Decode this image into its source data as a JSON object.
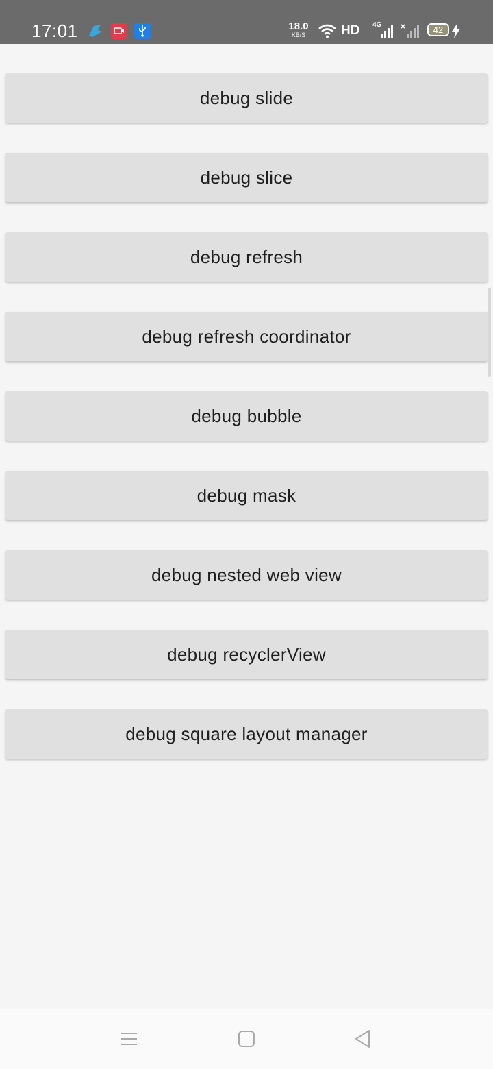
{
  "status_bar": {
    "time": "17:01",
    "net_speed_value": "18.0",
    "net_speed_unit": "KB/S",
    "hd_label": "HD",
    "network_type": "4G",
    "battery_level": "42",
    "icons": [
      "bird-icon",
      "screen-record-icon",
      "usb-icon",
      "wifi-icon",
      "signal-icon",
      "no-signal-icon",
      "charging-icon"
    ]
  },
  "buttons": [
    {
      "label": "debug slide"
    },
    {
      "label": "debug slice"
    },
    {
      "label": "debug refresh"
    },
    {
      "label": "debug refresh coordinator"
    },
    {
      "label": "debug bubble"
    },
    {
      "label": "debug mask"
    },
    {
      "label": "debug nested web view"
    },
    {
      "label": "debug recyclerView"
    },
    {
      "label": "debug square layout manager"
    }
  ],
  "navigation": {
    "icons": [
      "menu-icon",
      "home-icon",
      "back-icon"
    ]
  },
  "colors": {
    "status_bar_bg": "#6b6b6b",
    "page_bg": "#f5f5f5",
    "button_bg": "#e0e0e0",
    "button_text": "#1f1f1f",
    "record_icon_bg": "#e23b4a",
    "usb_icon_bg": "#1e7fe6",
    "bird_icon": "#3aa6e0"
  }
}
